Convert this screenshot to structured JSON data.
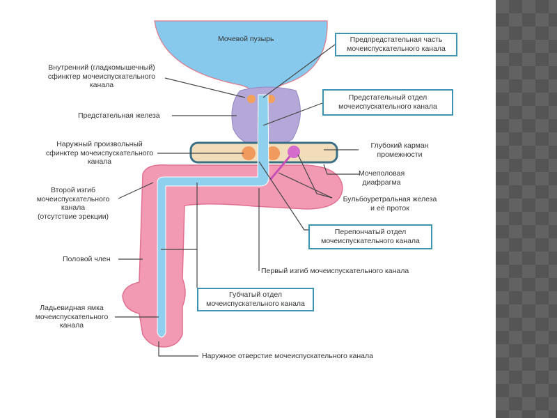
{
  "labels": {
    "bladder": "Мочевой пузырь",
    "preprostatic": [
      "Предпредстательная часть",
      "мочеиспускательного канала"
    ],
    "internal_sphincter": [
      "Внутренний (гладкомышечный)",
      "сфинктер мочеиспускательного",
      "канала"
    ],
    "prostate": "Предстательная железа",
    "prostatic_part": [
      "Предстательный отдел",
      "мочеиспускательного канала"
    ],
    "external_sphincter": [
      "Наружный произвольный",
      "сфинктер мочеиспускательного",
      "канала"
    ],
    "deep_pouch": [
      "Глубокий карман",
      "промежности"
    ],
    "urogenital_diaphragm": [
      "Мочеполовая",
      "диафрагма"
    ],
    "second_bend": [
      "Второй изгиб",
      "мочеиспускательного",
      "канала",
      "(отсутствие эрекции)"
    ],
    "bulbourethral": [
      "Бульбоуретральная железа",
      "и её проток"
    ],
    "membranous_part": [
      "Перепончатый отдел",
      "мочеиспускательного канала"
    ],
    "penis": "Половой член",
    "first_bend": "Первый изгиб мочеиспускательного канала",
    "spongy_part": [
      "Губчатый отдел",
      "мочеиспускательного канала"
    ],
    "navicular_fossa": [
      "Ладьевидная ямка",
      "мочеиспускательного",
      "канала"
    ],
    "external_orifice": "Наружное отверстие мочеиспускательного канала"
  },
  "colors": {
    "bladder": "#86c9ec",
    "prostate": "#b5a8d8",
    "penis": "#f29ab4",
    "box_border": "#3d93b3",
    "diaphragm": "#f1ddb9"
  }
}
